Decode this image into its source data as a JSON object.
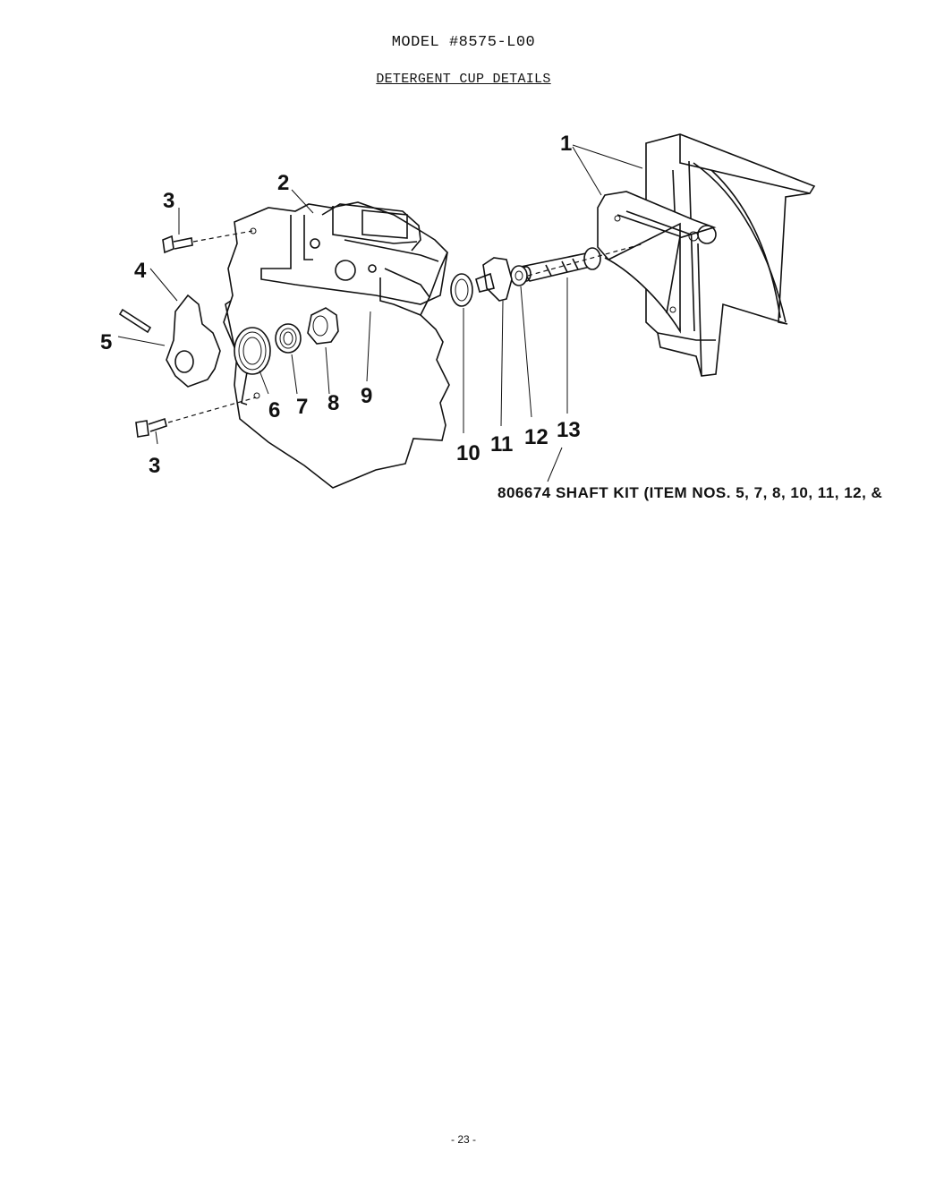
{
  "header": {
    "model": "MODEL #8575-L00",
    "section": "DETERGENT CUP DETAILS"
  },
  "callouts": [
    "1",
    "2",
    "3",
    "3",
    "4",
    "5",
    "6",
    "7",
    "8",
    "9",
    "10",
    "11",
    "12",
    "13"
  ],
  "kit_note": "806674 SHAFT KIT (ITEM NOS. 5, 7, 8, 10, 11, 12, &",
  "footer": {
    "page": "- 23 -"
  }
}
